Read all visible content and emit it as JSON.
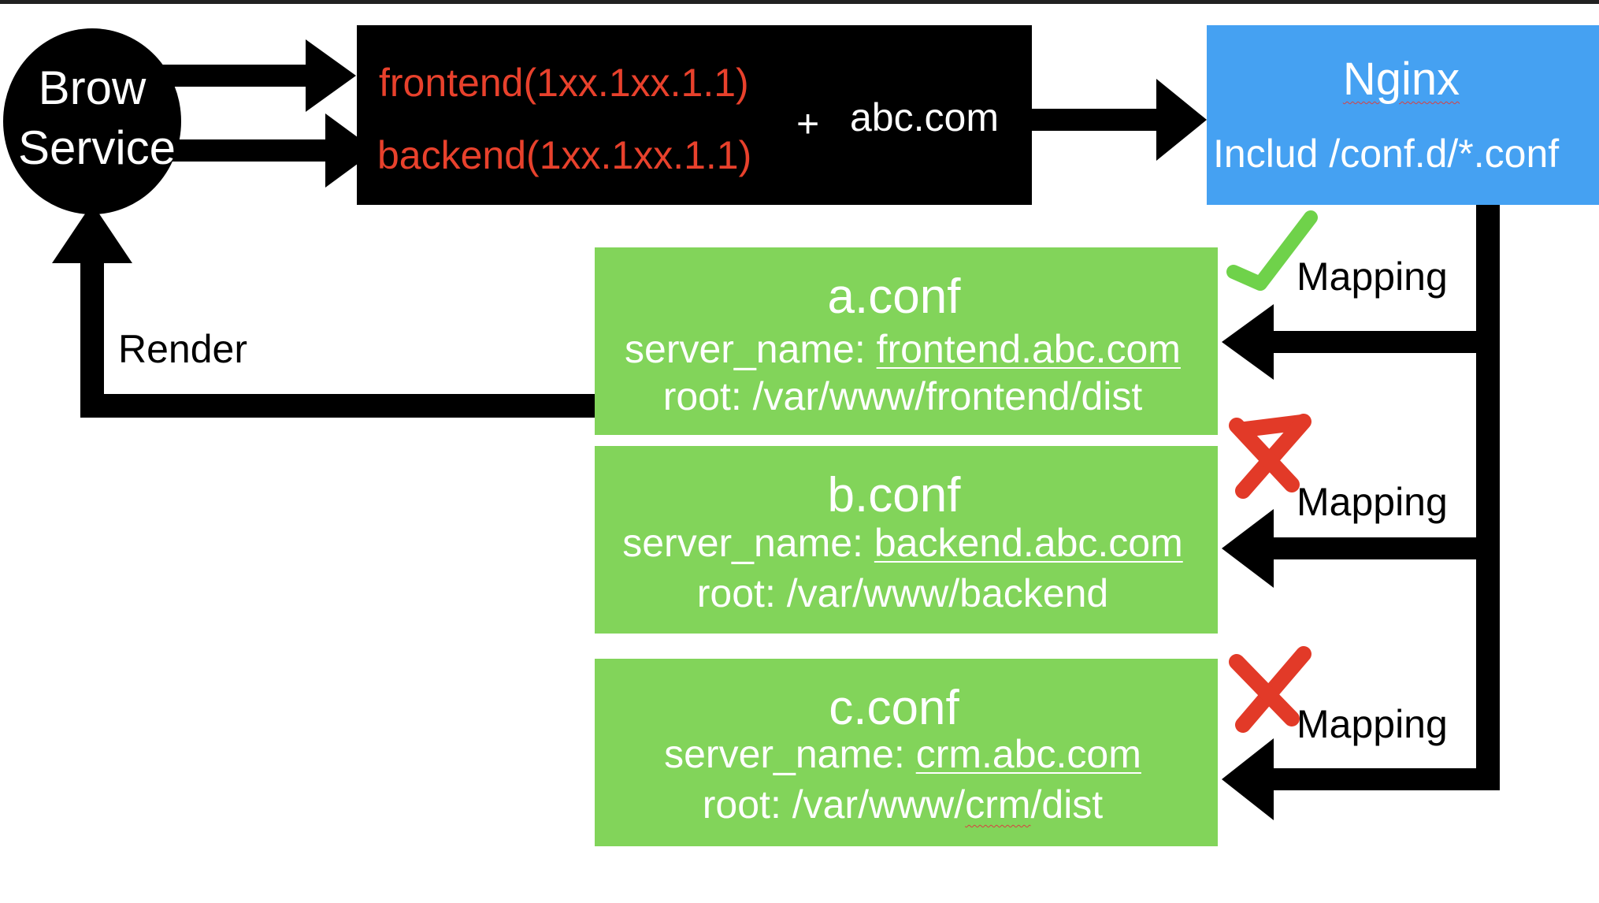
{
  "colors": {
    "ip_text": "#e8412c",
    "nginx_bg": "#45a1f2",
    "conf_bg": "#82d45a",
    "check": "#6fd24a",
    "cross": "#e23a28",
    "line": "#000000"
  },
  "client": {
    "line1": "Brow",
    "line2": "Service"
  },
  "request": {
    "frontend": "frontend(1xx.1xx.1.1)",
    "backend": "backend(1xx.1xx.1.1)",
    "plus": "+",
    "domain": "abc.com"
  },
  "nginx": {
    "title": "Nginx",
    "include": "Includ /conf.d/*.conf"
  },
  "render_label": "Render",
  "configs": [
    {
      "name": "a.conf",
      "server_label": "server_name: ",
      "server_name": "frontend.abc.com",
      "root": "root: /var/www/frontend/dist",
      "mapping": "Mapping",
      "status_icon": "check-icon"
    },
    {
      "name": "b.conf",
      "server_label": "server_name: ",
      "server_name": "backend.abc.com",
      "root": "root: /var/www/backend",
      "mapping": "Mapping",
      "status_icon": "cross-icon"
    },
    {
      "name": "c.conf",
      "server_label": "server_name: ",
      "server_name": "crm.abc.com",
      "root_prefix": "root: /var/www/",
      "root_mid": "crm",
      "root_suffix": "/dist",
      "mapping": "Mapping",
      "status_icon": "cross-icon"
    }
  ]
}
